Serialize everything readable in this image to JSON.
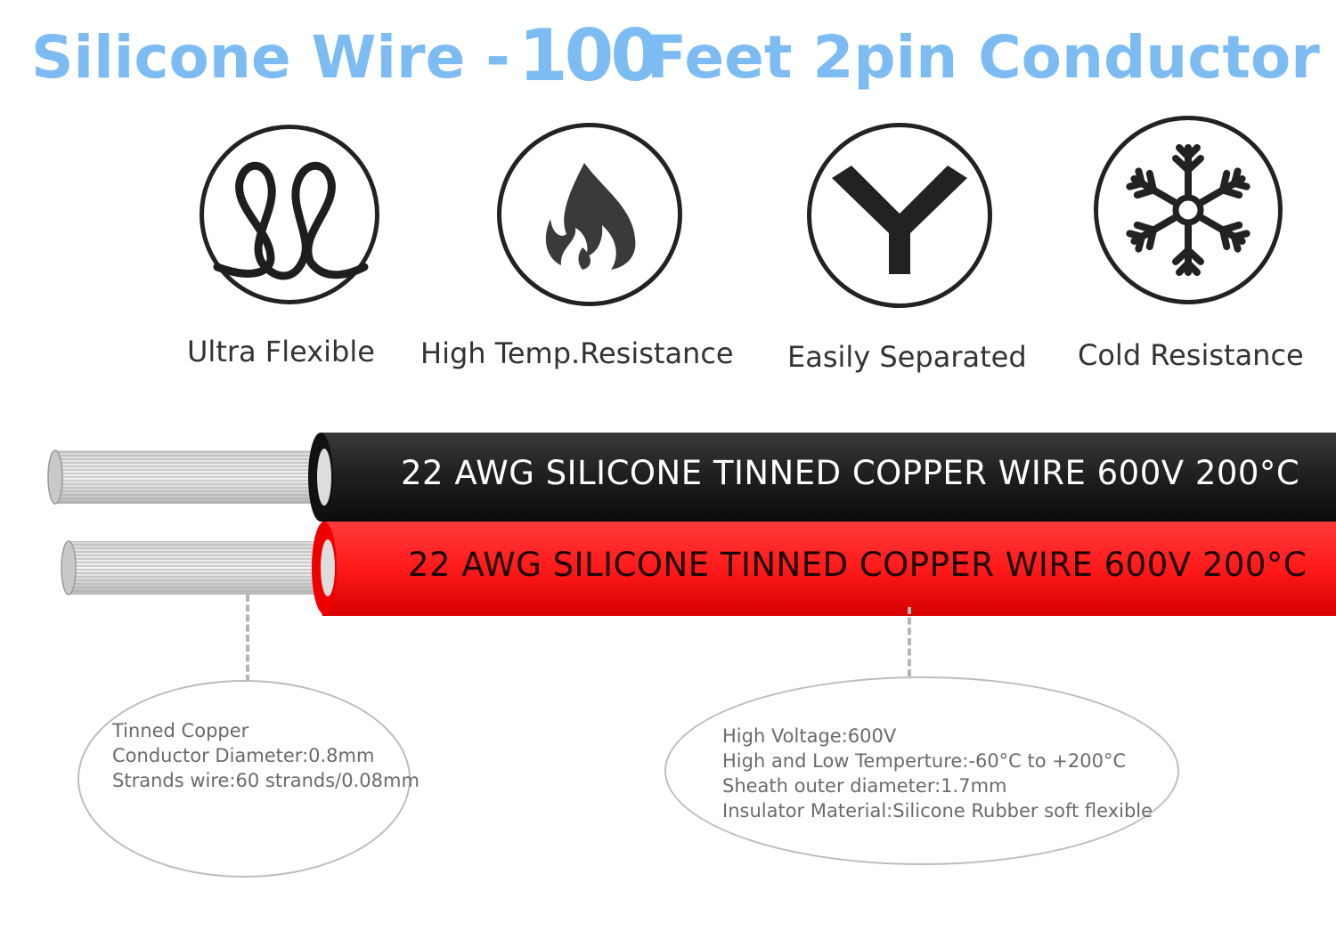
{
  "title": {
    "part1": "Silicone Wire -",
    "part2": "100",
    "part3": "Feet 2pin Conductor",
    "color": "#7cbcf3"
  },
  "features": [
    {
      "label": "Ultra Flexible",
      "icon": "loop-icon"
    },
    {
      "label": "High Temp.Resistance",
      "icon": "flame-icon"
    },
    {
      "label": "Easily Separated",
      "icon": "y-split-icon"
    },
    {
      "label": "Cold Resistance",
      "icon": "snowflake-icon"
    }
  ],
  "wires": [
    {
      "label": "22 AWG SILICONE TINNED COPPER WIRE 600V 200°C",
      "color": "#1e1e1e",
      "text_color": "#ffffff"
    },
    {
      "label": "22 AWG SILICONE TINNED COPPER WIRE 600V 200°C",
      "color": "#ff1a1a",
      "text_color": "#1a0000"
    }
  ],
  "conductor_spec": {
    "lines": [
      "Tinned Copper",
      "Conductor Diameter:0.8mm",
      "Strands wire:60 strands/0.08mm"
    ]
  },
  "sheath_spec": {
    "lines": [
      "High Voltage:600V",
      "High and Low Temperture:-60°C to +200°C",
      "Sheath outer diameter:1.7mm",
      "Insulator Material:Silicone Rubber soft flexible"
    ]
  }
}
